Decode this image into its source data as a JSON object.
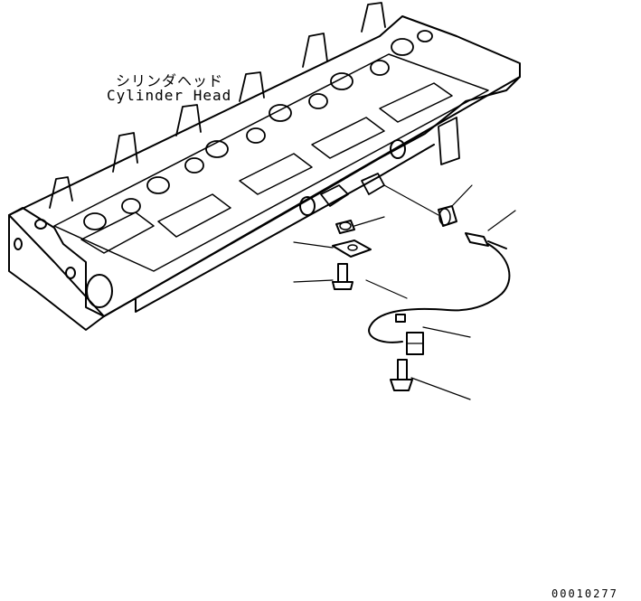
{
  "part_label": {
    "japanese": "シリンダヘッド",
    "english": "Cylinder Head"
  },
  "figure_number": "00010277"
}
